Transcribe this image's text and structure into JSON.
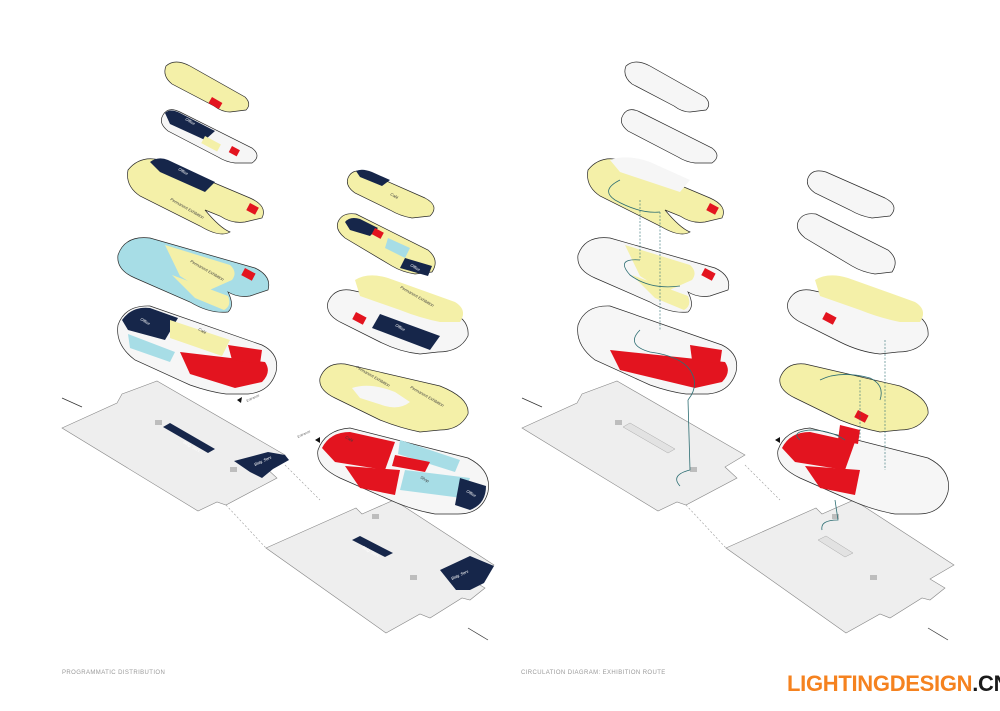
{
  "captions": {
    "left": "PROGRAMMATIC DISTRIBUTION",
    "right": "CIRCULATION DIAGRAM: EXHIBITION ROUTE"
  },
  "watermark": {
    "main": "LIGHTINGDESIGN",
    "tld": ".CN"
  },
  "labels": {
    "office": "Office",
    "permanent_exhibition": "Permanent Exhibition",
    "entrance": "Entrance",
    "bldg_serv": "Bldg. Serv.",
    "loading": "Loading",
    "shop": "Shop",
    "cafe": "Café"
  },
  "colors": {
    "yellow": "#f4f0a8",
    "navy": "#16264a",
    "red": "#e3141f",
    "cyan": "#a7dde6",
    "grey_floor": "#eeeeee",
    "outline": "#2a2a2a",
    "route": "#2d6e73"
  }
}
